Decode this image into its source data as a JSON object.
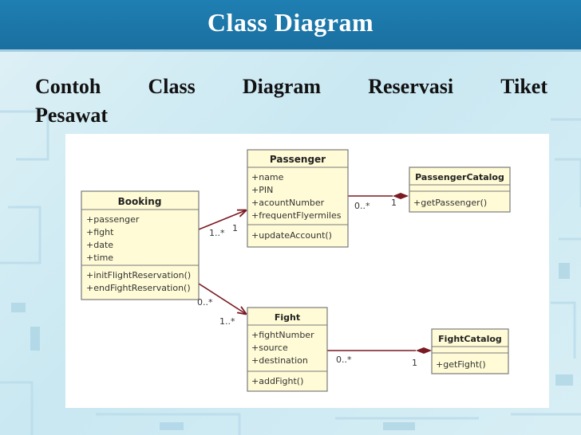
{
  "title": "Class Diagram",
  "subtitle": {
    "line1": [
      "Contoh",
      "Class",
      "Diagram",
      "Reservasi",
      "Tiket"
    ],
    "line2": "Pesawat"
  },
  "colors": {
    "header": "#1f7fb2",
    "class_fill": "#fffbd6",
    "class_border": "#7a7a7a",
    "association": "#7a1a22",
    "aggregation": "#7a1a22"
  },
  "diagram": {
    "classes": {
      "booking": {
        "name": "Booking",
        "attributes": [
          "+passenger",
          "+fight",
          "+date",
          "+time"
        ],
        "operations": [
          "+initFlightReservation()",
          "+endFightReservation()"
        ]
      },
      "passenger": {
        "name": "Passenger",
        "attributes": [
          "+name",
          "+PIN",
          "+acountNumber",
          "+frequentFlyermiles"
        ],
        "operations": [
          "+updateAccount()"
        ]
      },
      "passenger_catalog": {
        "name": "PassengerCatalog",
        "attributes": [],
        "operations": [
          "+getPassenger()"
        ]
      },
      "fight": {
        "name": "Fight",
        "attributes": [
          "+fightNumber",
          "+source",
          "+destination"
        ],
        "operations": [
          "+addFight()"
        ]
      },
      "fight_catalog": {
        "name": "FightCatalog",
        "attributes": [],
        "operations": [
          "+getFight()"
        ]
      }
    },
    "multiplicities": {
      "booking_passenger_booking": "1..*",
      "booking_passenger_passenger": "1",
      "passenger_catalog_passenger": "0..*",
      "passenger_catalog_catalog": "1",
      "booking_fight_booking": "0..*",
      "booking_fight_fight": "1..*",
      "fight_catalog_fight": "0..*",
      "fight_catalog_catalog": "1"
    }
  }
}
